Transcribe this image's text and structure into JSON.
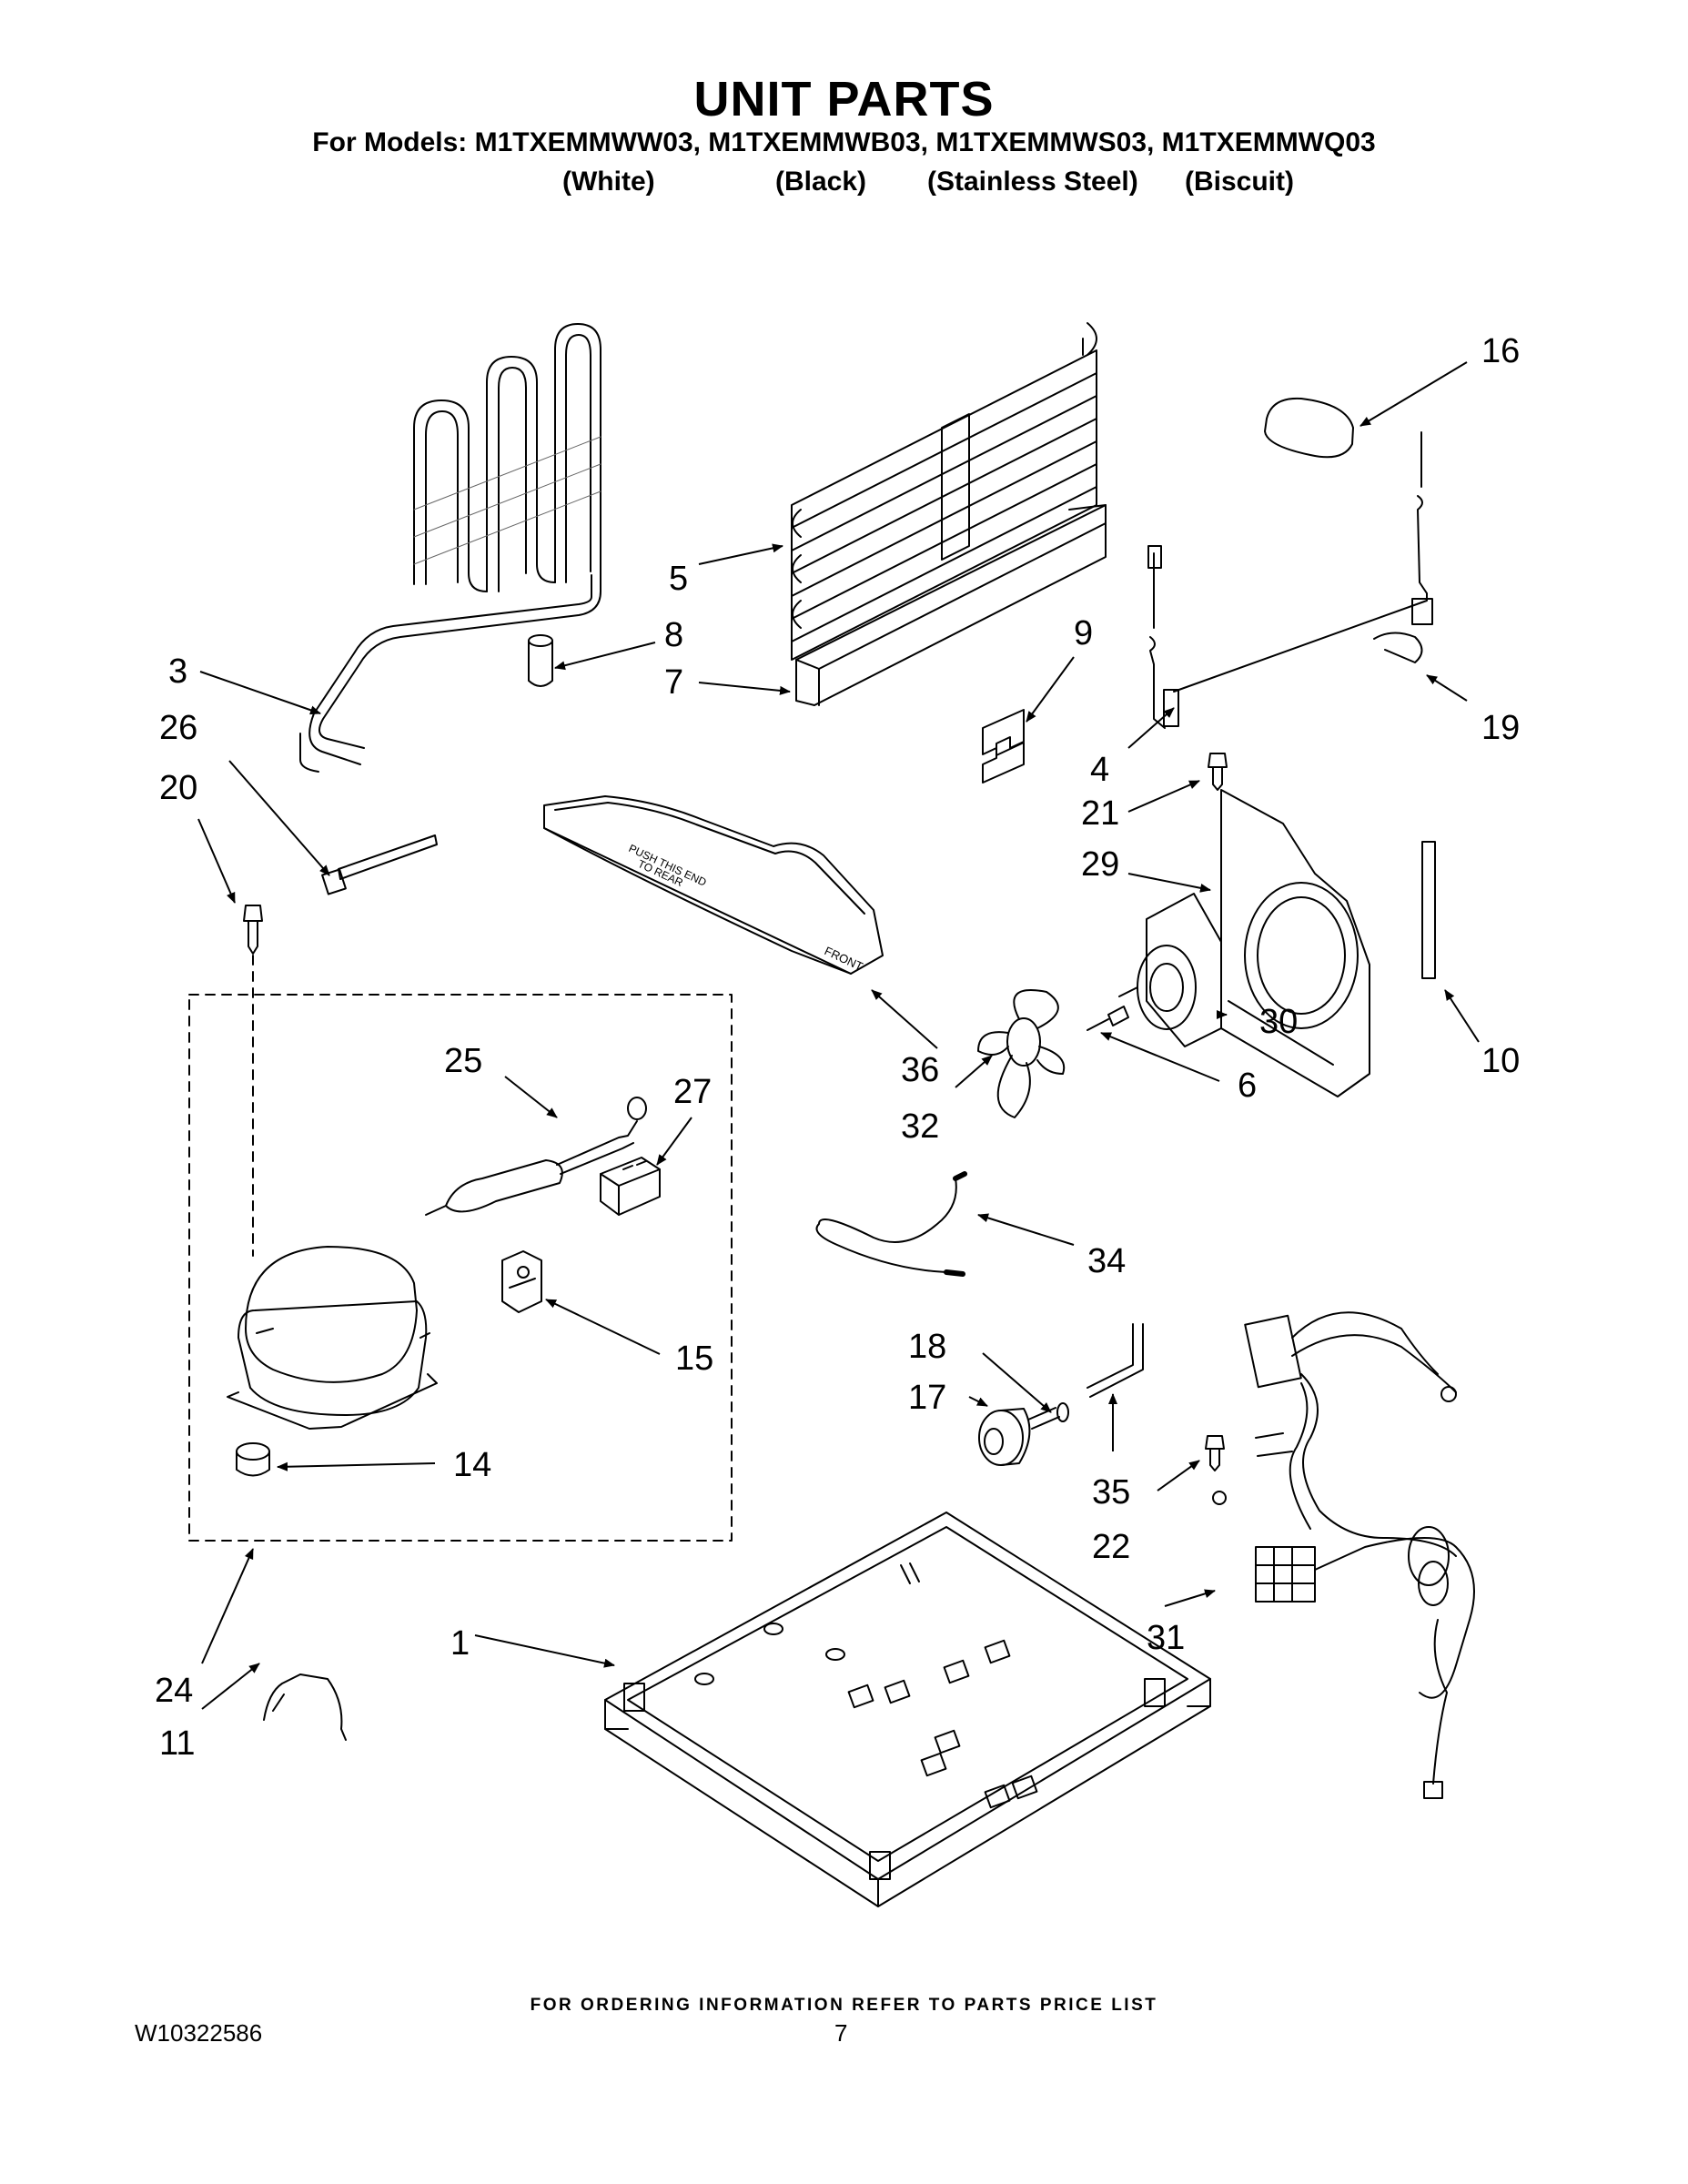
{
  "header": {
    "title": "UNIT PARTS",
    "models_line": "For Models: M1TXEMMWW03, M1TXEMMWB03, M1TXEMMWS03, M1TXEMMWQ03",
    "variants": [
      "(White)",
      "(Black)",
      "(Stainless Steel)",
      "(Biscuit)"
    ]
  },
  "callouts": {
    "c1": "1",
    "c3": "3",
    "c4": "4",
    "c5": "5",
    "c6": "6",
    "c7": "7",
    "c8": "8",
    "c9": "9",
    "c10": "10",
    "c11": "11",
    "c14": "14",
    "c15": "15",
    "c16": "16",
    "c17": "17",
    "c18": "18",
    "c19": "19",
    "c20": "20",
    "c21": "21",
    "c22": "22",
    "c24": "24",
    "c25": "25",
    "c26": "26",
    "c27": "27",
    "c29": "29",
    "c30": "30",
    "c31": "31",
    "c32": "32",
    "c34": "34",
    "c35": "35",
    "c36": "36"
  },
  "drain_pan_text": [
    "FRONT",
    "PUSH THIS END",
    "TO REAR"
  ],
  "footer": {
    "ordering_note": "FOR ORDERING INFORMATION REFER TO PARTS PRICE LIST",
    "doc_number": "W10322586",
    "page_number": "7"
  }
}
